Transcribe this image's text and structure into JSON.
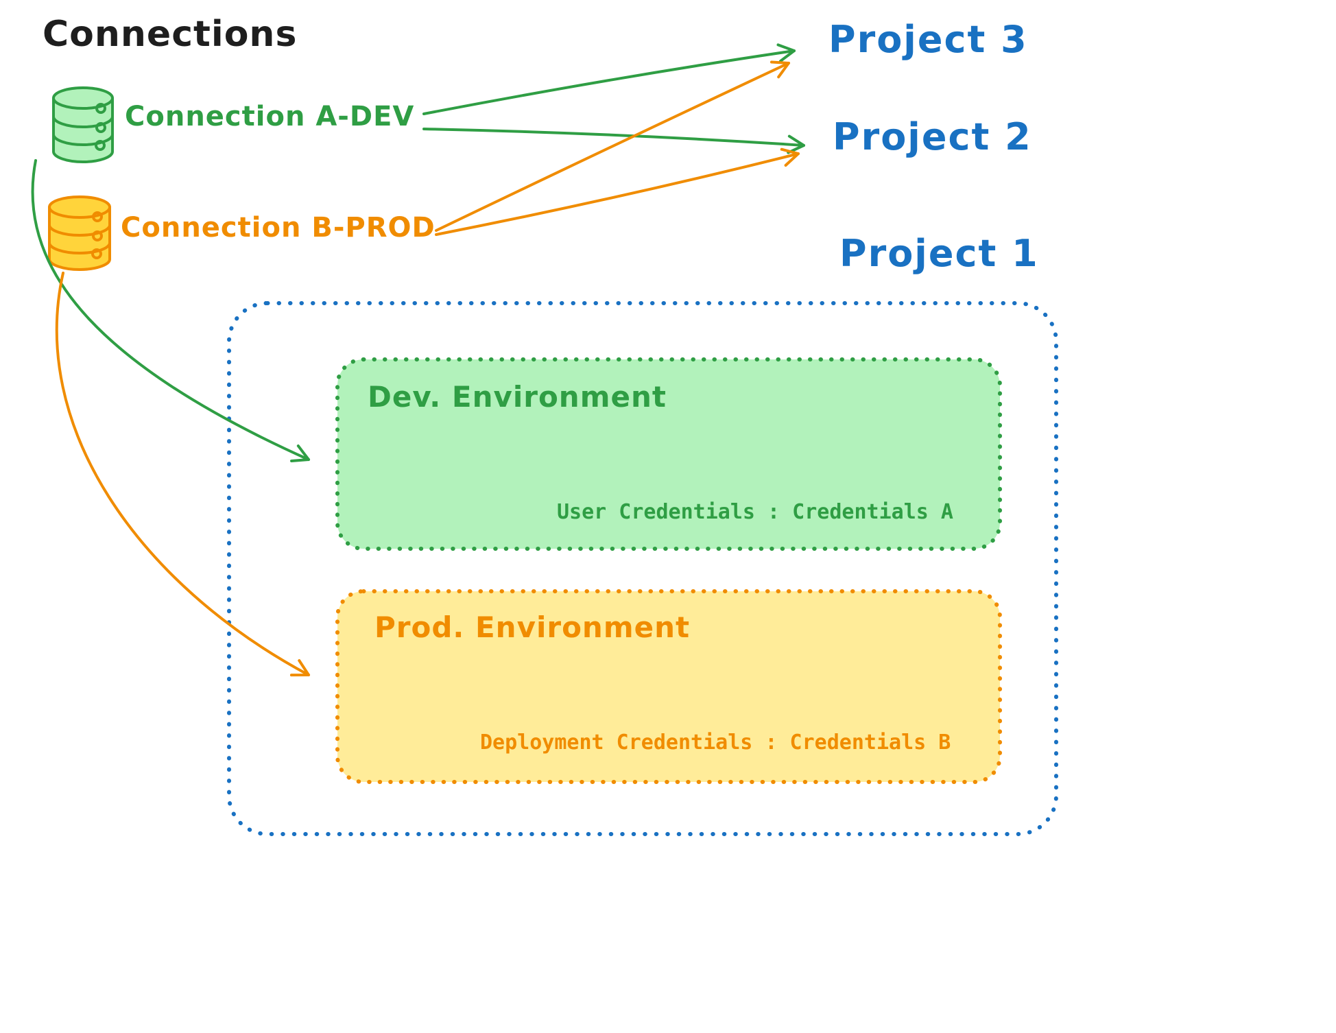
{
  "title": "Connections",
  "connections": [
    {
      "label": "Connection A-DEV",
      "color": "#2f9e44",
      "icon": "database-icon"
    },
    {
      "label": "Connection B-PROD",
      "color": "#f08c00",
      "icon": "database-icon"
    }
  ],
  "projects": [
    {
      "label": "Project 3"
    },
    {
      "label": "Project 2"
    },
    {
      "label": "Project 1"
    }
  ],
  "environments": {
    "dev": {
      "title": "Dev. Environment",
      "credentials": "User Credentials : Credentials A",
      "border_color": "#2f9e44",
      "fill_color": "#b2f2bb"
    },
    "prod": {
      "title": "Prod. Environment",
      "credentials": "Deployment Credentials : Credentials B",
      "border_color": "#f08c00",
      "fill_color": "#ffec99"
    }
  },
  "colors": {
    "project_blue": "#1971c2",
    "title_black": "#1e1e1e",
    "dev_green": "#2f9e44",
    "prod_orange": "#f08c00"
  },
  "edges": [
    {
      "from": "Connection A-DEV",
      "to": "Project 3",
      "color": "#2f9e44"
    },
    {
      "from": "Connection A-DEV",
      "to": "Project 2",
      "color": "#2f9e44"
    },
    {
      "from": "Connection B-PROD",
      "to": "Project 3",
      "color": "#f08c00"
    },
    {
      "from": "Connection B-PROD",
      "to": "Project 2",
      "color": "#f08c00"
    },
    {
      "from": "Connection A-DEV",
      "to": "Dev. Environment",
      "color": "#2f9e44"
    },
    {
      "from": "Connection B-PROD",
      "to": "Prod. Environment",
      "color": "#f08c00"
    }
  ]
}
